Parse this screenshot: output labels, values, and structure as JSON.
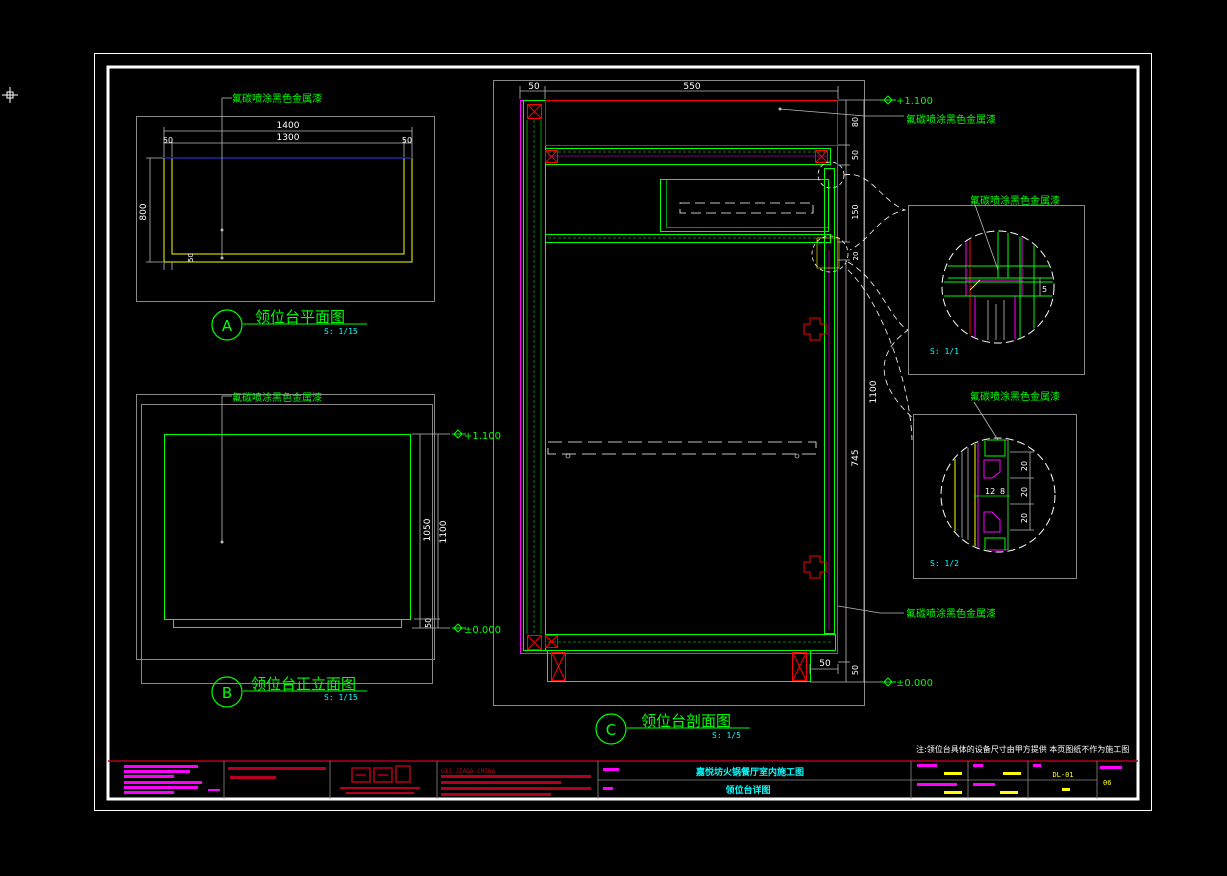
{
  "plan": {
    "label": "氟碳喷涂黑色金属漆",
    "dims": [
      "1400",
      "1300",
      "50",
      "50",
      "800",
      "50"
    ],
    "badge": "A",
    "title": "领位台平面图",
    "scale": "S: 1/15"
  },
  "front": {
    "label": "氟碳喷涂黑色金属漆",
    "level_top": "+1.100",
    "level_bottom": "±0.000",
    "dims": [
      "1050",
      "1100",
      "50"
    ],
    "badge": "B",
    "title": "领位台正立面图",
    "scale": "S: 1/15"
  },
  "section": {
    "level_top": "+1.100",
    "level_bottom": "±0.000",
    "label_top": "氟碳喷涂黑色金属漆",
    "label_bottom": "氟碳喷涂黑色金属漆",
    "dims_top": [
      "50",
      "550"
    ],
    "dims_right": [
      "80",
      "50",
      "150",
      "20",
      "1100",
      "745",
      "50"
    ],
    "dim_bottom": "50",
    "badge": "C",
    "title": "领位台剖面图",
    "scale": "S: 1/5"
  },
  "detail1": {
    "label": "氟碳喷涂黑色金属漆",
    "dim": "5",
    "scale": "S: 1/1"
  },
  "detail2": {
    "label": "氟碳喷涂黑色金属漆",
    "dims": [
      "20",
      "20",
      "20",
      "12",
      "8"
    ],
    "scale": "S: 1/2"
  },
  "note": "注:领位台具体的设备尺寸由甲方提供   本页图纸不作为施工图",
  "titleblock": {
    "project": "嘉悦坊火锅餐厅室内施工图",
    "drawing": "领位台详图",
    "number": "DL-01",
    "sheet": "06",
    "company": "GSJ-JIADA.CHINA"
  },
  "colors": {
    "green": "#00ff00",
    "yellow": "#ffff00",
    "red": "#ff0000",
    "magenta": "#ff00ff",
    "cyan": "#00ffff",
    "white": "#ffffff",
    "blue": "#0000ff",
    "darkred": "#b4001e"
  }
}
